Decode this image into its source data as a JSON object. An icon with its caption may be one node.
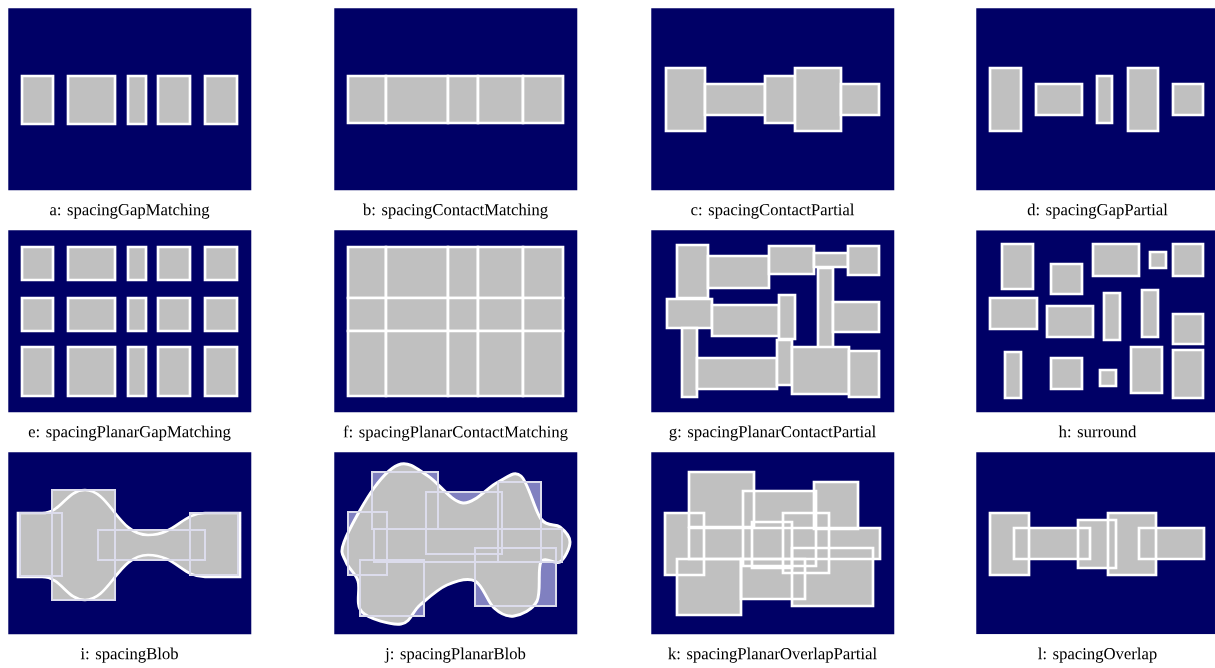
{
  "diagram": {
    "nodes": [
      {
        "text": [
          "a: spacingGapMatching"
        ]
      },
      {
        "text": [
          "b: spacingContactMatching"
        ]
      },
      {
        "text": [
          "c: spacingContactPartial"
        ]
      },
      {
        "text": [
          "d: spacingGapPartial"
        ]
      },
      {
        "text": [
          "e: spacingPlanarGapMatching"
        ]
      },
      {
        "text": [
          "f: spacingPlanarContactMatching"
        ]
      },
      {
        "text": [
          "g: spacingPlanarContactPartial"
        ]
      },
      {
        "text": [
          "h: surround"
        ]
      },
      {
        "text": [
          "i: spacingBlob"
        ]
      },
      {
        "text": [
          "j: spacingPlanarBlob"
        ]
      },
      {
        "text": [
          "k: spacingPlanarOverlapPartial"
        ]
      },
      {
        "text": [
          "l: spacingOverlap"
        ]
      }
    ]
  }
}
